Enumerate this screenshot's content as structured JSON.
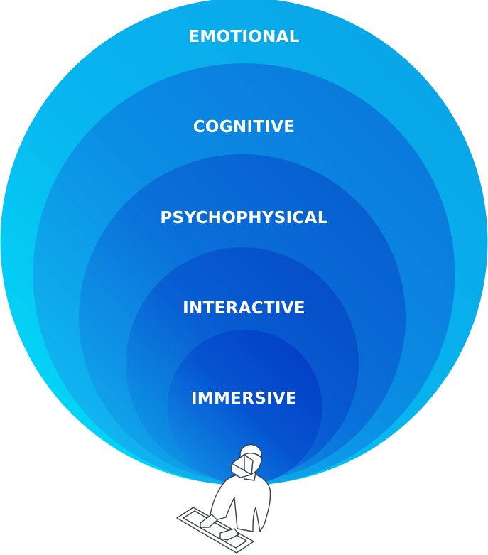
{
  "diagram": {
    "layers": [
      {
        "id": "emotional",
        "label": "EMOTIONAL"
      },
      {
        "id": "cognitive",
        "label": "COGNITIVE"
      },
      {
        "id": "psychophysical",
        "label": "PSYCHOPHYSICAL"
      },
      {
        "id": "interactive",
        "label": "INTERACTIVE"
      },
      {
        "id": "immersive",
        "label": "IMMERSIVE"
      }
    ],
    "figure_icon": "vr-headset-user-icon",
    "colors": {
      "outer_light": "#18d8f6",
      "outer_mid": "#0aa6ea",
      "inner_dark": "#0040cc",
      "label_text": "#ffffff",
      "figure_stroke": "#3a3f4a"
    }
  }
}
